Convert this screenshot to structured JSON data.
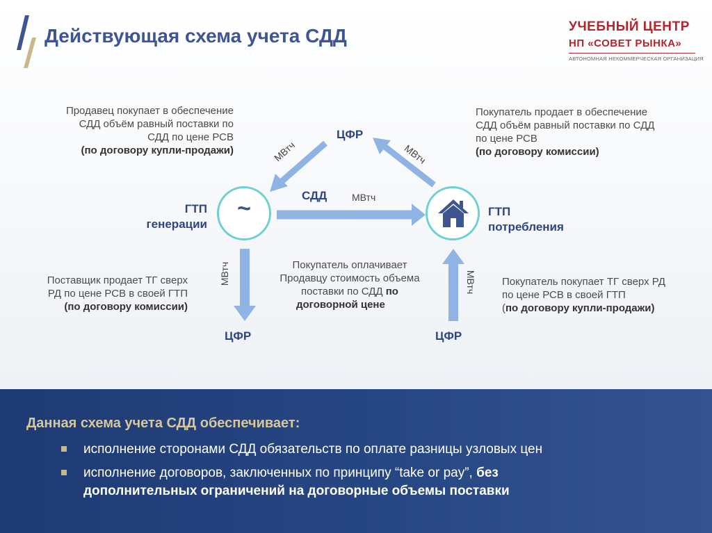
{
  "header": {
    "title": "Действующая схема учета СДД",
    "brand_line1": "УЧЕБНЫЙ ЦЕНТР",
    "brand_line2": "НП «СОВЕТ РЫНКА»",
    "brand_line3": "Автономная некоммерческая организация"
  },
  "nodes": {
    "cfr_top": "ЦФР",
    "cfr_left": "ЦФР",
    "cfr_right": "ЦФР",
    "gtp_gen_line1": "ГТП",
    "gtp_gen_line2": "генерации",
    "gtp_cons_line1": "ГТП",
    "gtp_cons_line2": "потребления",
    "sdd": "СДД",
    "gen_symbol": "~"
  },
  "arrows": {
    "mw_top_left": "МВтч",
    "mw_top_right": "МВтч",
    "mw_center": "МВтч",
    "mw_down": "МВтч",
    "mw_up": "МВтч"
  },
  "notes": {
    "seller_l1": "Продавец покупает в обеспечение",
    "seller_l2": "СДД объём равный  поставки по",
    "seller_l3": "СДД по цене РСВ",
    "seller_l4": "(по договору купли-продажи)",
    "buyer_l1": "Покупатель продает в обеспечение",
    "buyer_l2": "СДД объём  равный поставки по СДД",
    "buyer_l3": "по цене РСВ",
    "buyer_l4": "(по договору комиссии)",
    "supplier_l1": "Поставщик продает ТГ сверх",
    "supplier_l2": "РД по цене РСВ в своей ГТП",
    "supplier_l3": "(по договору комиссии)",
    "pay_l1": "Покупатель оплачивает",
    "pay_l2": "Продавцу стоимость объема",
    "pay_l3a": "поставки по СДД ",
    "pay_l3b": "по",
    "pay_l4": "договорной цене",
    "buyer2_l1": "Покупатель покупает  ТГ сверх РД",
    "buyer2_l2": "по цене РСВ в своей ГТП",
    "buyer2_l3a": "(",
    "buyer2_l3b": "по договору купли-продажи)"
  },
  "summary": {
    "title": "Данная схема учета СДД обеспечивает:",
    "item1": "исполнение сторонами СДД обязательств по оплате разницы узловых цен",
    "item2_a": "исполнение договоров, заключенных по принципу “take or pay”, ",
    "item2_b": "без",
    "item2_c": "дополнительных ограничений на договорные объемы поставки"
  },
  "colors": {
    "accent_blue": "#3e5592",
    "arrow_blue": "#8fb3e3",
    "circle_teal": "#6ed0d0",
    "brand_red": "#b4252b",
    "gold": "#c9b88a",
    "panel_navy": "#1e3a73"
  }
}
